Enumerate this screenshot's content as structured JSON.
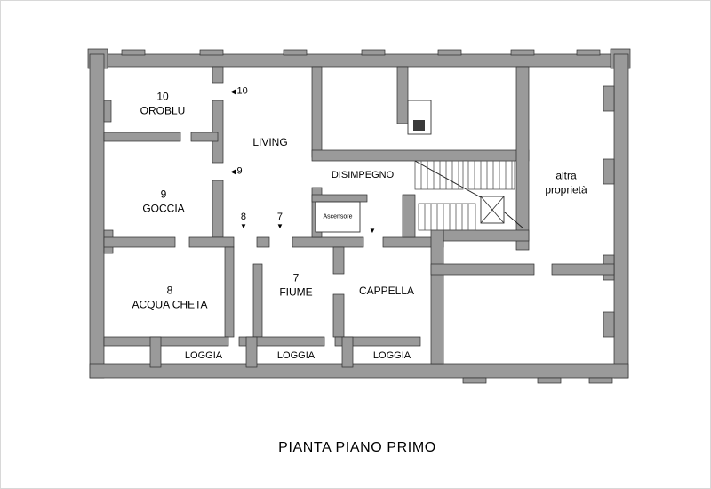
{
  "title": "PIANTA PIANO PRIMO",
  "colors": {
    "wall": "#9a9a9a",
    "wall_outline": "#2b2b2b",
    "background": "#ffffff"
  },
  "rooms": {
    "oroblu": {
      "number": "10",
      "name": "OROBLU"
    },
    "living": {
      "name": "LIVING"
    },
    "goccia": {
      "number": "9",
      "name": "GOCCIA"
    },
    "acqua_cheta": {
      "number": "8",
      "name": "ACQUA CHETA"
    },
    "disimpegno": {
      "name": "DISIMPEGNO"
    },
    "ascensore": {
      "name": "Ascensore"
    },
    "fiume": {
      "number": "7",
      "name": "FIUME"
    },
    "cappella": {
      "name": "CAPPELLA"
    },
    "altra_proprieta": {
      "name_line1": "altra",
      "name_line2": "proprietà"
    },
    "loggia_left": {
      "name": "LOGGIA"
    },
    "loggia_center": {
      "name": "LOGGIA"
    },
    "loggia_right": {
      "name": "LOGGIA"
    }
  },
  "door_markers": {
    "door_10": {
      "number": "10",
      "arrow": "◀"
    },
    "door_9": {
      "number": "9",
      "arrow": "◀"
    },
    "door_8": {
      "number": "8",
      "arrow": "▼"
    },
    "door_7": {
      "number": "7",
      "arrow": "▼"
    },
    "door_cappella": {
      "arrow": "▼"
    }
  }
}
